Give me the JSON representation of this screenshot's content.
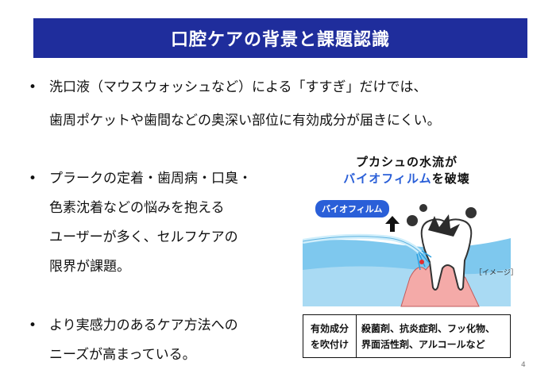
{
  "slide": {
    "title": "口腔ケアの背景と課題認識",
    "page_number": "4"
  },
  "bullets": [
    {
      "lines": [
        "洗口液（マウスウォッシュなど）による「すすぎ」だけでは、",
        "歯周ポケットや歯間などの奥深い部位に有効成分が届きにくい。"
      ]
    },
    {
      "lines": [
        "プラークの定着・歯周病・口臭・",
        "色素沈着などの悩みを抱える",
        "ユーザーが多く、セルフケアの",
        "限界が課題。"
      ]
    },
    {
      "lines": [
        "より実感力のあるケア方法への",
        "ニーズが高まっている。"
      ]
    }
  ],
  "illustration": {
    "caption_line1": "プカシュの水流が",
    "caption_line2_blue": "バイオフィルム",
    "caption_line2_rest": "を破壊",
    "biofilm_label": "バイオフィルム",
    "image_tag": "［イメージ］",
    "colors": {
      "accent_blue": "#2a5fd8",
      "water": "#7ec8ee",
      "gum": "#f4aaa8"
    }
  },
  "info_box": {
    "head_lines": [
      "有効成分",
      "を吹付け"
    ],
    "body_lines": [
      "殺菌剤、抗炎症剤、フッ化物、",
      "界面活性剤、アルコールなど"
    ]
  }
}
